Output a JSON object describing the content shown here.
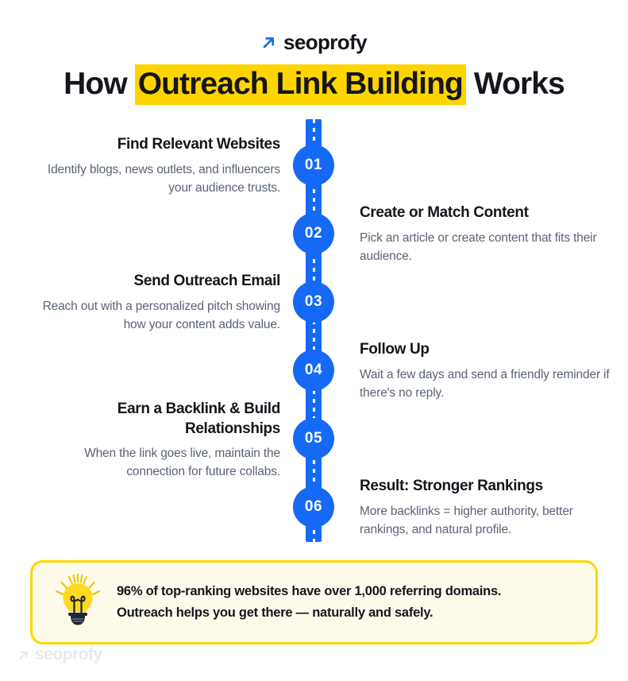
{
  "brand": {
    "name": "seoprofy",
    "arrow_icon": "diagonal-arrow-icon",
    "accent_blue": "#1569F5"
  },
  "title": {
    "before": "How ",
    "highlight": "Outreach Link Building",
    "after": " Works",
    "highlight_color": "#FFD500"
  },
  "timeline": {
    "bar_color": "#1569F5",
    "dash_color": "#FFFFFF",
    "steps": [
      {
        "number": "01",
        "side": "left",
        "title": "Find Relevant Websites",
        "desc": "Identify blogs, news outlets, and influencers your audience trusts."
      },
      {
        "number": "02",
        "side": "right",
        "title": "Create or Match Content",
        "desc": "Pick an article or create content that fits their audience."
      },
      {
        "number": "03",
        "side": "left",
        "title": "Send Outreach Email",
        "desc": "Reach out with a personalized pitch showing how your content adds value."
      },
      {
        "number": "04",
        "side": "right",
        "title": "Follow Up",
        "desc": "Wait a few days and send a friendly reminder if there's no reply."
      },
      {
        "number": "05",
        "side": "left",
        "title": "Earn a Backlink & Build Relationships",
        "desc": "When the link goes live, maintain the connection for future collabs."
      },
      {
        "number": "06",
        "side": "right",
        "title": "Result: Stronger Rankings",
        "desc": "More backlinks = higher authority, better rankings, and natural profile."
      }
    ]
  },
  "callout": {
    "icon": "lightbulb-icon",
    "line1": "96% of top-ranking websites have over 1,000 referring domains.",
    "line2": "Outreach helps you get there — naturally and safely.",
    "background": "#FFFBEB",
    "border_color": "#FFD500"
  },
  "watermark": {
    "name": "seoprofy",
    "arrow_icon": "diagonal-arrow-icon"
  }
}
